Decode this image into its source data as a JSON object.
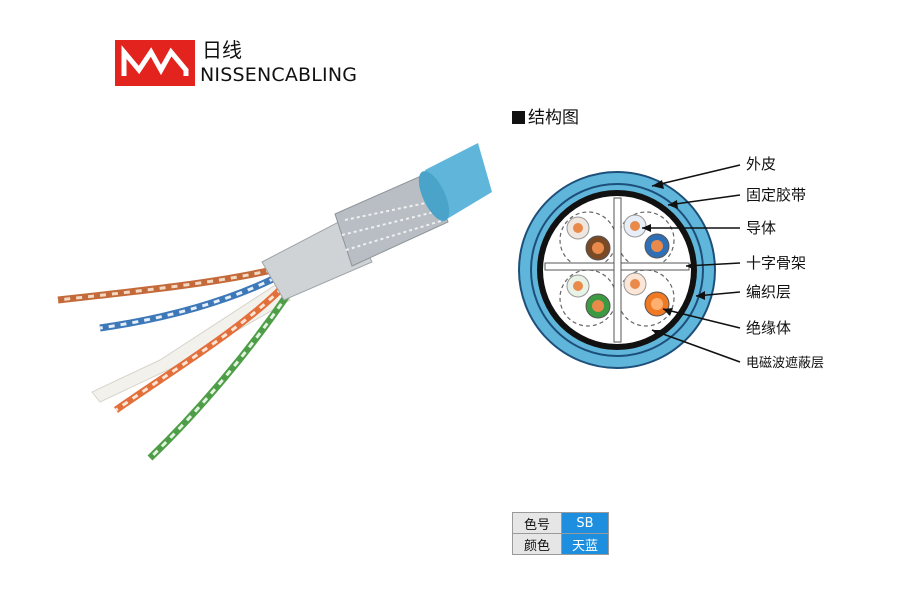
{
  "brand": {
    "name_cn": "日线",
    "name_en": "NISSENCABLING",
    "color": "#e3231d"
  },
  "diagram": {
    "title": "结构图",
    "labels": [
      "外皮",
      "固定胶带",
      "导体",
      "十字骨架",
      "编织层",
      "绝缘体",
      "电磁波遮蔽层"
    ]
  },
  "spec_table": [
    {
      "key": "色号",
      "value": "SB"
    },
    {
      "key": "颜色",
      "value": "天蓝"
    }
  ],
  "colors": {
    "jacket": "#5fb6da",
    "value_cell": "#1e8ede",
    "key_cell": "#e6e6e6"
  }
}
